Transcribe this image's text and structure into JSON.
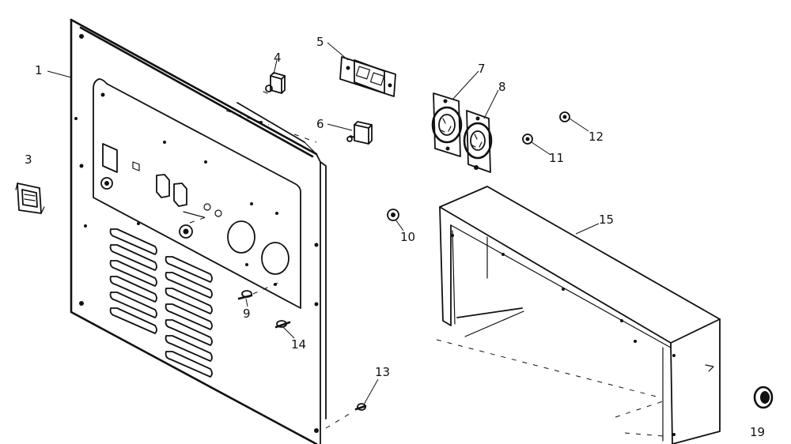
{
  "callouts": [
    {
      "id": "1",
      "label": "1"
    },
    {
      "id": "3",
      "label": "3"
    },
    {
      "id": "4",
      "label": "4"
    },
    {
      "id": "5",
      "label": "5"
    },
    {
      "id": "6",
      "label": "6"
    },
    {
      "id": "7",
      "label": "7"
    },
    {
      "id": "8",
      "label": "8"
    },
    {
      "id": "9",
      "label": "9"
    },
    {
      "id": "10",
      "label": "10"
    },
    {
      "id": "11",
      "label": "11"
    },
    {
      "id": "12",
      "label": "12"
    },
    {
      "id": "13",
      "label": "13"
    },
    {
      "id": "14",
      "label": "14"
    },
    {
      "id": "15",
      "label": "15"
    },
    {
      "id": "19",
      "label": "19"
    }
  ]
}
